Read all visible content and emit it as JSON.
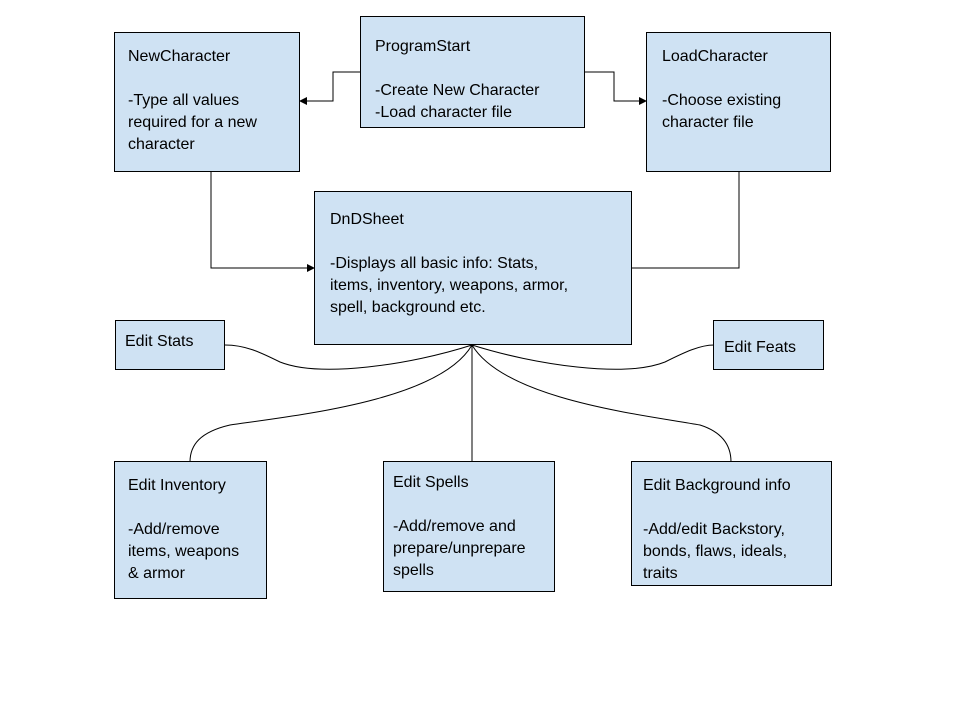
{
  "diagram": {
    "nodes": {
      "program_start": {
        "title": "ProgramStart",
        "lines": [
          "-Create New Character",
          "-Load character file"
        ]
      },
      "new_character": {
        "title": "NewCharacter",
        "lines": [
          "-Type all values",
          "required for a new",
          "character"
        ]
      },
      "load_character": {
        "title": "LoadCharacter",
        "lines": [
          "-Choose existing",
          "character file"
        ]
      },
      "dnd_sheet": {
        "title": "DnDSheet",
        "lines": [
          "-Displays all basic info: Stats,",
          "items, inventory, weapons, armor,",
          "spell, background etc."
        ]
      },
      "edit_stats": {
        "title": "Edit Stats"
      },
      "edit_feats": {
        "title": "Edit Feats"
      },
      "edit_inventory": {
        "title": "Edit Inventory",
        "lines": [
          "-Add/remove",
          "items, weapons",
          "& armor"
        ]
      },
      "edit_spells": {
        "title": "Edit Spells",
        "lines": [
          "-Add/remove and",
          "prepare/unprepare",
          "spells"
        ]
      },
      "edit_background": {
        "title": "Edit Background info",
        "lines": [
          "-Add/edit Backstory,",
          "bonds, flaws, ideals,",
          "traits"
        ]
      }
    }
  }
}
